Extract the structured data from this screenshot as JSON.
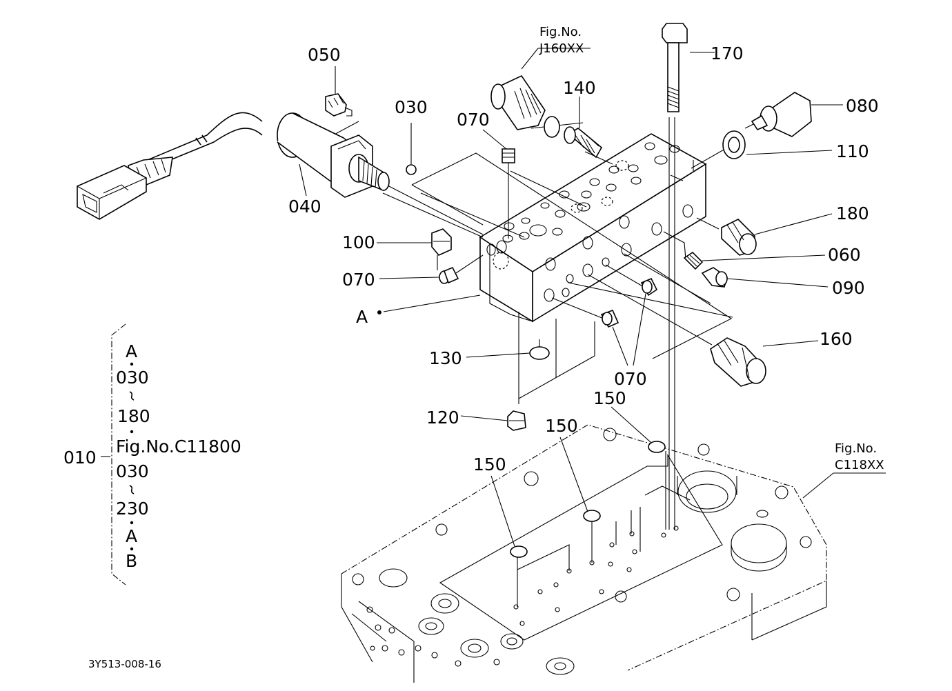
{
  "callouts": {
    "p050": "050",
    "p030": "030",
    "p070a": "070",
    "p140": "140",
    "p170": "170",
    "p080": "080",
    "p110": "110",
    "p180": "180",
    "p060": "060",
    "p090": "090",
    "p160": "160",
    "p100": "100",
    "p070b": "070",
    "p070c": "070",
    "p040": "040",
    "pA": "A",
    "p130": "130",
    "p120": "120",
    "p150a": "150",
    "p150b": "150",
    "p150c": "150"
  },
  "figure_refs": {
    "top_prefix": "Fig.No.",
    "top_number": "J160XX",
    "right_prefix": "Fig.No.",
    "right_number": "C118XX"
  },
  "assembly_bracket": {
    "parent": "010",
    "items": [
      "A",
      "030",
      "180",
      "Fig.No.C11800",
      "030",
      "230",
      "A",
      "B"
    ]
  },
  "drawing_code": "3Y513-008-16"
}
